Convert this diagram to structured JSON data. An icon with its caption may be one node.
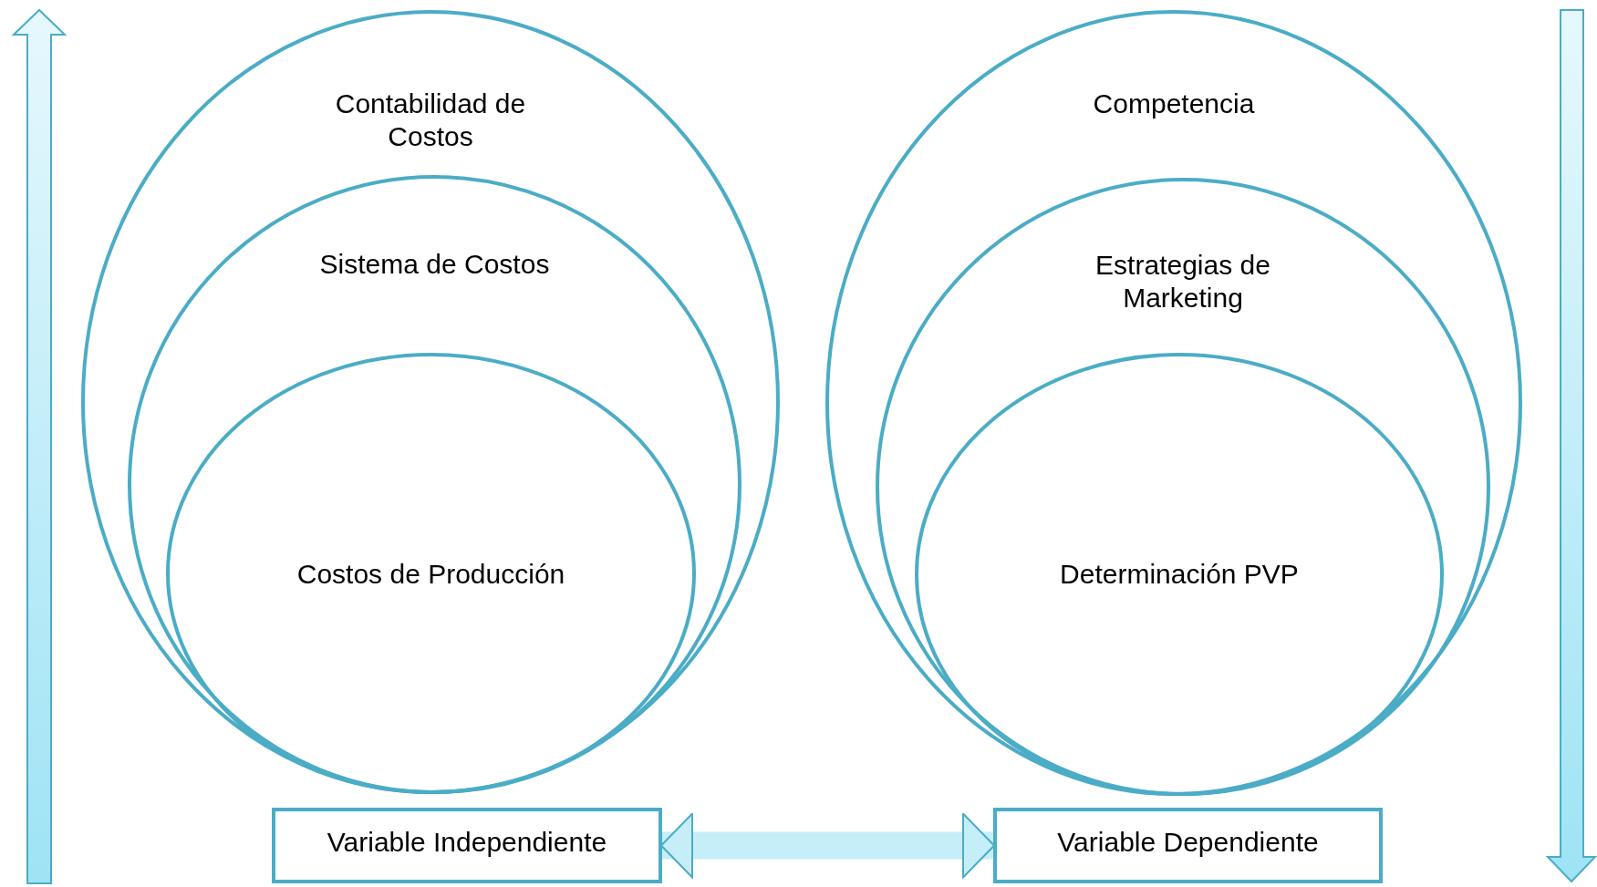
{
  "diagram": {
    "nodes": [
      {
        "text": [
          "Contabilidad de Costos"
        ]
      },
      {
        "text": [
          "Sistema de Costos"
        ],
        "in": 0
      },
      {
        "text": [
          "Costos de Producción"
        ],
        "in": 1
      },
      {
        "text": [
          "Competencia"
        ]
      },
      {
        "text": [
          "Estrategias de Marketing"
        ],
        "in": 3
      },
      {
        "text": [
          "Determinación PVP"
        ],
        "in": 4
      },
      {
        "text": [
          "Variable Independiente"
        ]
      },
      {
        "text": [
          "Variable Dependiente"
        ]
      }
    ],
    "edges": [
      {
        "from": 6,
        "to": 7,
        "arrow": "both"
      }
    ]
  }
}
